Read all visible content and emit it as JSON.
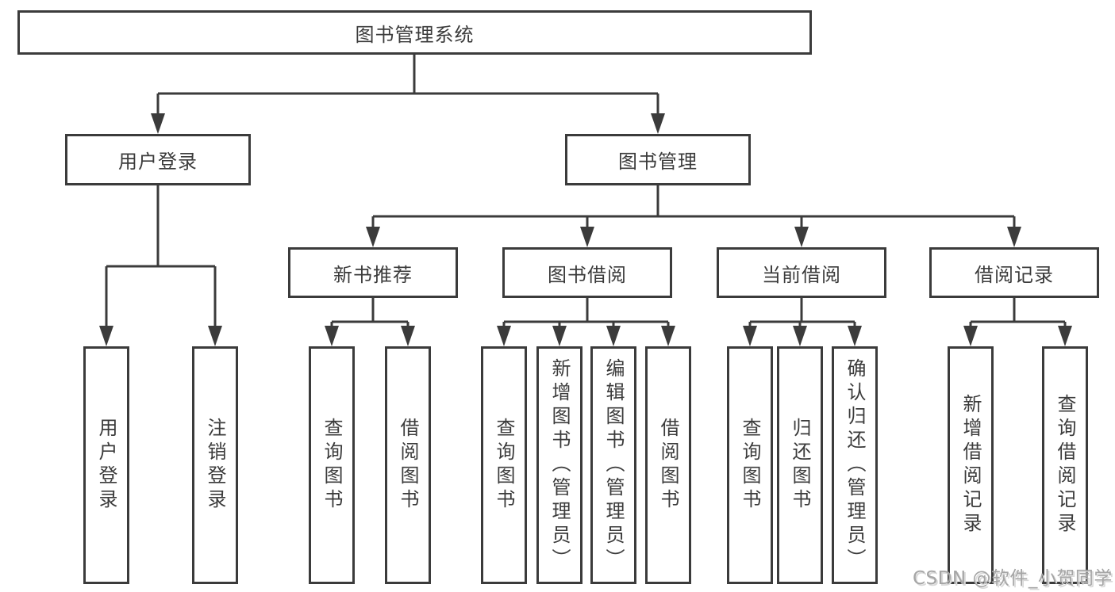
{
  "diagram": {
    "watermark": "CSDN @软件_小贺同学",
    "colors": {
      "line": "#3b3b3b",
      "text": "#3b3b3b",
      "background": "#ffffff",
      "watermark": "#a5a5a5"
    },
    "tree": {
      "root": {
        "label": "图书管理系统",
        "children": [
          {
            "label": "用户登录",
            "children": [
              {
                "label": "用户登录"
              },
              {
                "label": "注销登录"
              }
            ]
          },
          {
            "label": "图书管理",
            "children": [
              {
                "label": "新书推荐",
                "children": [
                  {
                    "label": "查询图书"
                  },
                  {
                    "label": "借阅图书"
                  }
                ]
              },
              {
                "label": "图书借阅",
                "children": [
                  {
                    "label": "查询图书"
                  },
                  {
                    "label": "新增图书（管理员）"
                  },
                  {
                    "label": "编辑图书（管理员）"
                  },
                  {
                    "label": "借阅图书"
                  }
                ]
              },
              {
                "label": "当前借阅",
                "children": [
                  {
                    "label": "查询图书"
                  },
                  {
                    "label": "归还图书"
                  },
                  {
                    "label": "确认归还（管理员）"
                  }
                ]
              },
              {
                "label": "借阅记录",
                "children": [
                  {
                    "label": "新增借阅记录"
                  },
                  {
                    "label": "查询借阅记录"
                  }
                ]
              }
            ]
          }
        ]
      }
    }
  }
}
